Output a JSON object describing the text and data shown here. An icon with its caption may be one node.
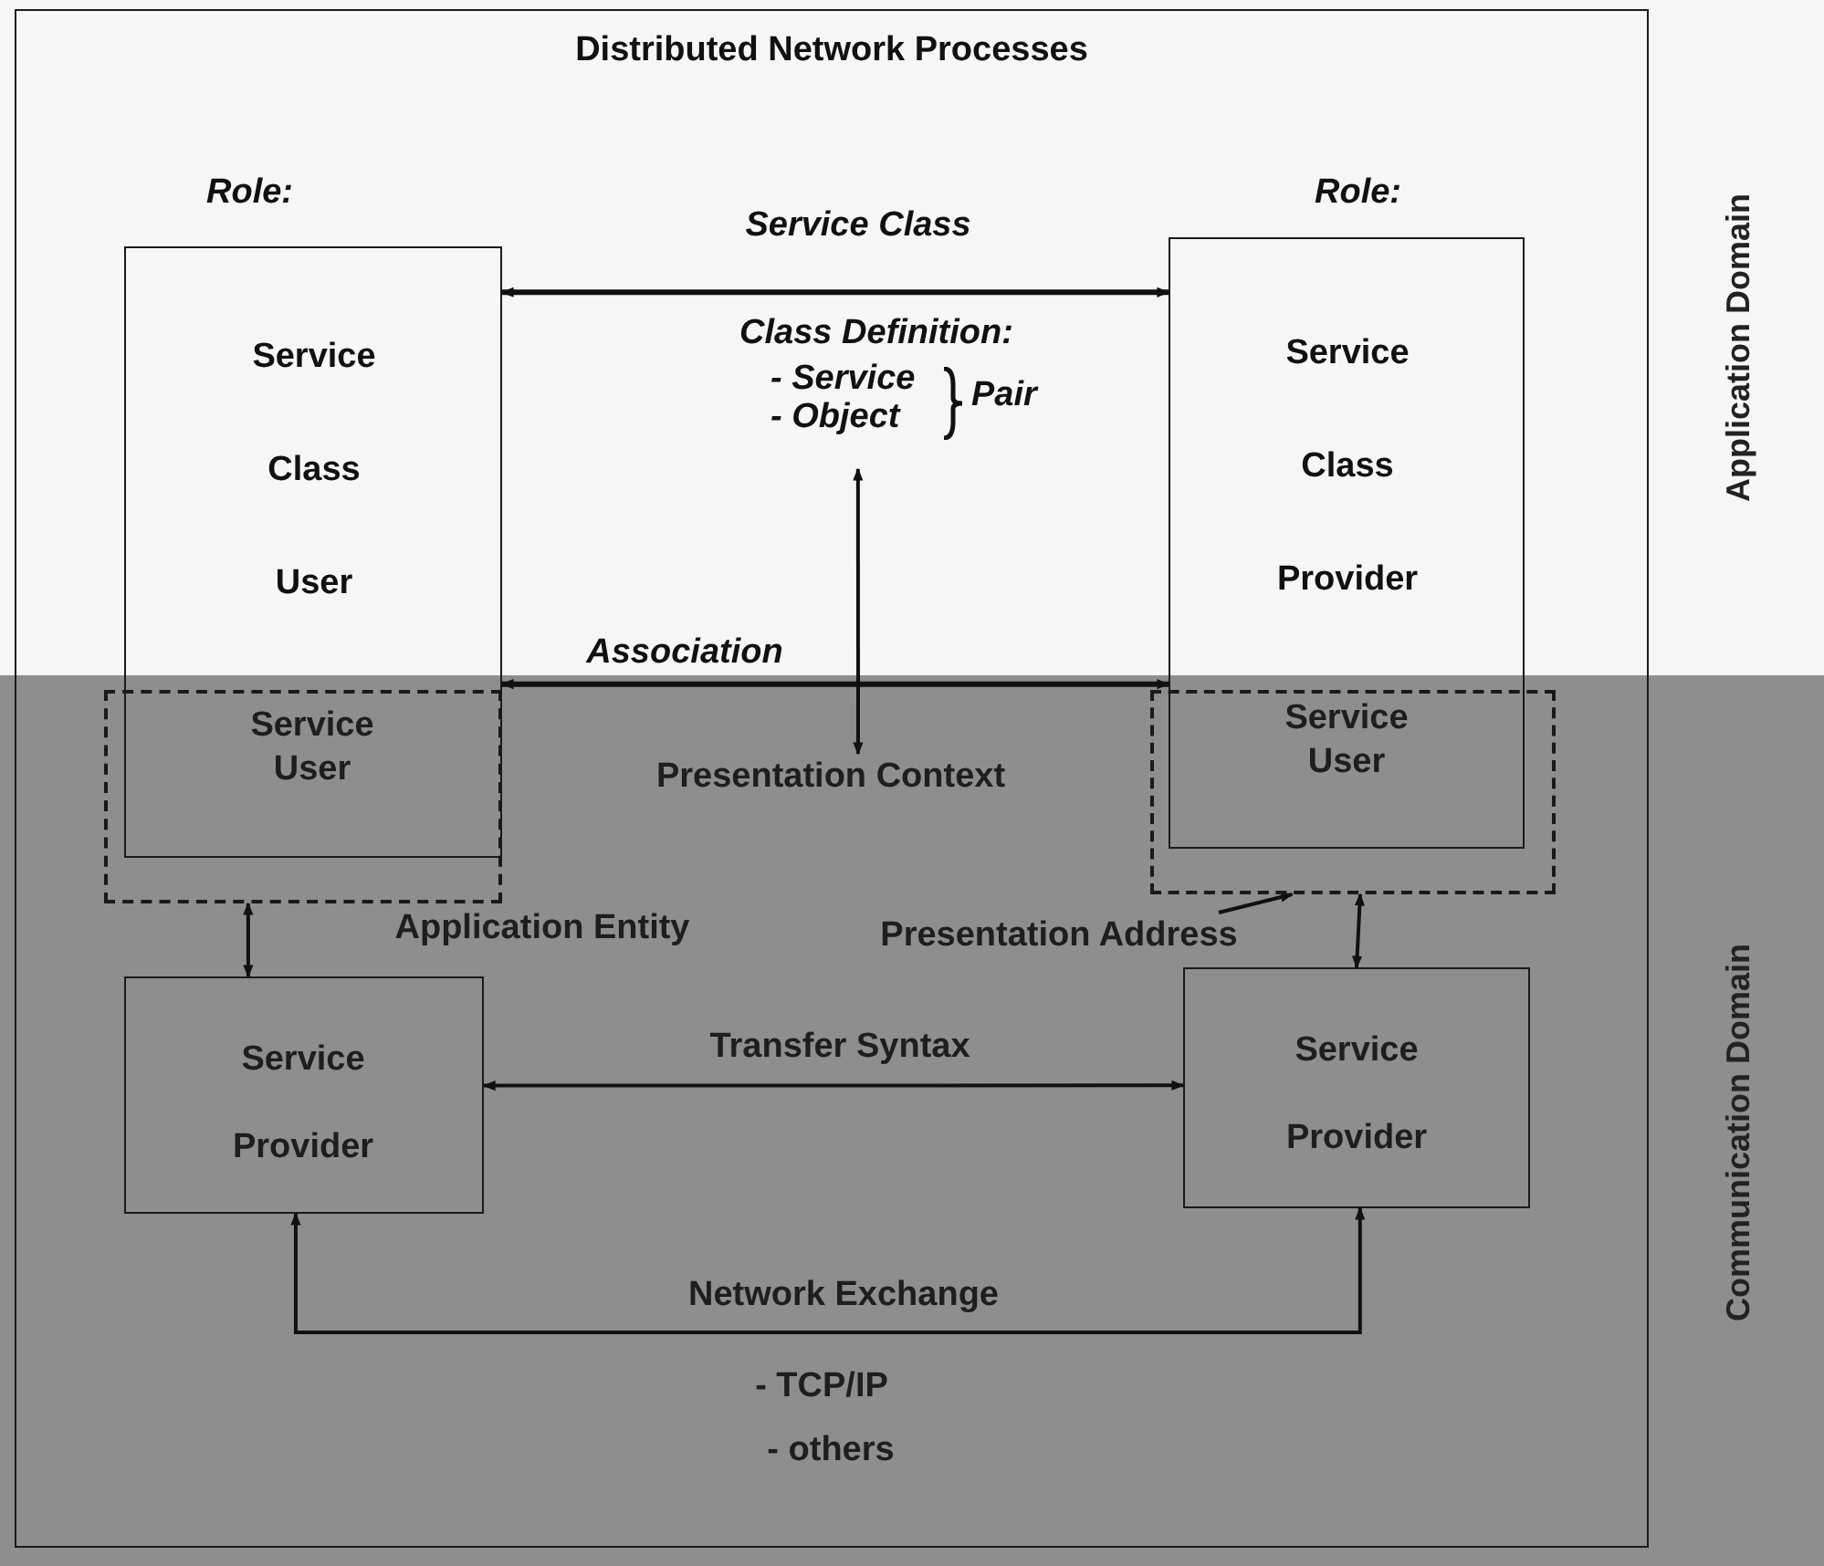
{
  "diagram": {
    "nodes": [
      {
        "text": [
          "Distributed Network Processes"
        ]
      },
      {
        "text": [
          "Role:",
          "Service Class User"
        ],
        "in": 0
      },
      {
        "text": [
          "Role:",
          "Service Class Provider"
        ],
        "in": 0
      },
      {
        "text": [
          "Application Entity"
        ],
        "in": 0
      },
      {
        "text": [
          "Service User"
        ]
      },
      {
        "text": [],
        "shape": "box",
        "in": 0
      },
      {
        "text": [
          "Service User"
        ]
      },
      {
        "text": [
          "Class Definition:",
          "- Service - Object",
          "Pair"
        ],
        "in": 0
      },
      {
        "text": [
          "Presentation Context"
        ],
        "in": 0
      },
      {
        "text": [
          "Presentation Address"
        ],
        "in": 0
      },
      {
        "text": [
          "Service Provider"
        ],
        "in": 0
      },
      {
        "text": [
          "Service Provider"
        ],
        "in": 0
      }
    ],
    "edges": [
      {
        "from": 1,
        "to": 2,
        "arrow": "both",
        "label": "Service Class"
      },
      {
        "from": 1,
        "to": 2,
        "arrow": "both",
        "label": "Association"
      },
      {
        "from": null,
        "to": 7,
        "arrow": "to"
      },
      {
        "from": null,
        "to": 8,
        "arrow": "to"
      },
      {
        "from": 9,
        "to": 5,
        "arrow": "to"
      },
      {
        "from": 3,
        "to": 10,
        "arrow": "both"
      },
      {
        "from": 5,
        "to": 11,
        "arrow": "both"
      },
      {
        "from": 10,
        "to": 11,
        "arrow": "both",
        "label": "Transfer Syntax"
      },
      {
        "from": 10,
        "to": 11,
        "arrow": "both",
        "label": "Network Exchange"
      }
    ],
    "labels": [
      "- TCP/IP",
      "- others",
      "Application Domain",
      "Communication Domain"
    ]
  }
}
